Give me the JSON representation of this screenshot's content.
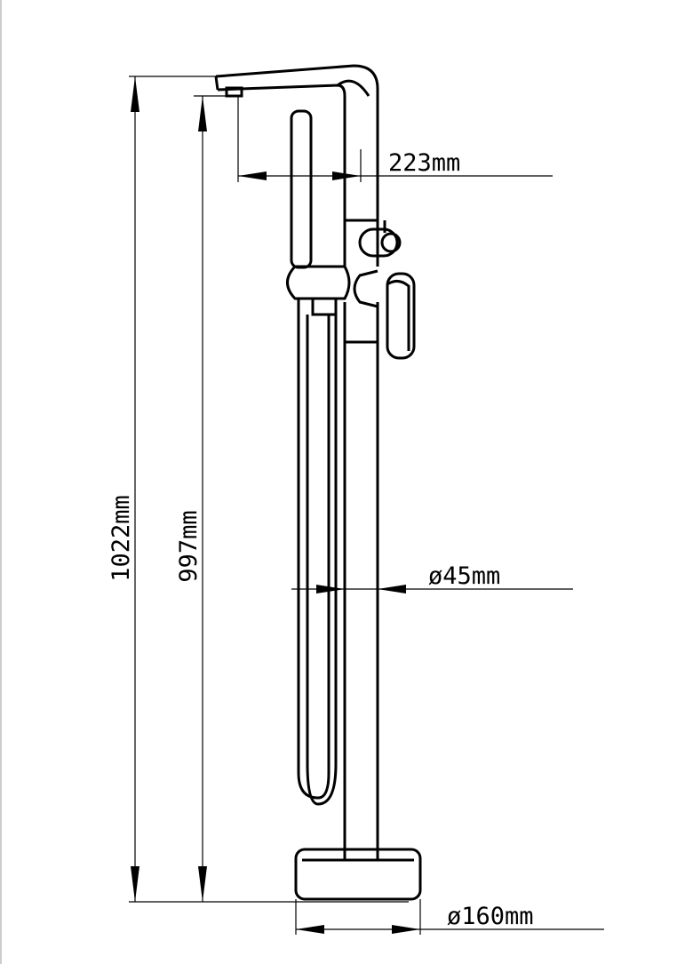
{
  "dimensions": {
    "total_height": {
      "label": "1022mm",
      "value_mm": 1022
    },
    "spout_height": {
      "label": "997mm",
      "value_mm": 997
    },
    "spout_reach": {
      "label": "223mm",
      "value_mm": 223
    },
    "pipe_diameter": {
      "label": "ø45mm",
      "value_mm": 45
    },
    "base_diameter": {
      "label": "ø160mm",
      "value_mm": 160
    }
  },
  "colors": {
    "line": "#000000",
    "background": "#ffffff",
    "page_edge": "#cccccc"
  }
}
